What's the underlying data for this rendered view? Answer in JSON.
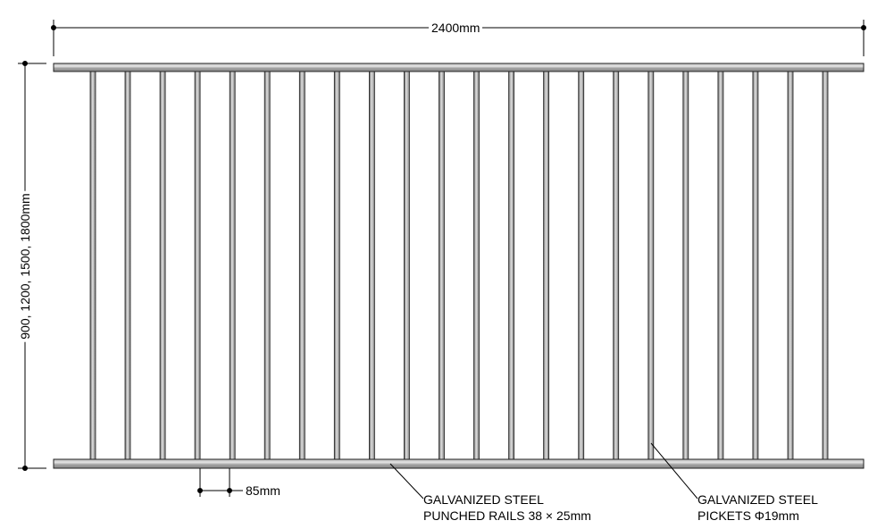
{
  "dimensions": {
    "width": "2400mm",
    "height": "900, 1200, 1500, 1800mm",
    "picket_spacing": "85mm"
  },
  "callouts": {
    "rails": {
      "line1": "GALVANIZED STEEL",
      "line2": "PUNCHED RAILS 38 × 25mm"
    },
    "pickets": {
      "line1": "GALVANIZED STEEL",
      "line2": "PICKETS Φ19mm"
    }
  },
  "picket_count": 22,
  "colors": {
    "steel_light": "#d8d8d8",
    "steel_mid": "#a8a8a8",
    "steel_dark": "#6a6a6a",
    "line": "#000000"
  }
}
